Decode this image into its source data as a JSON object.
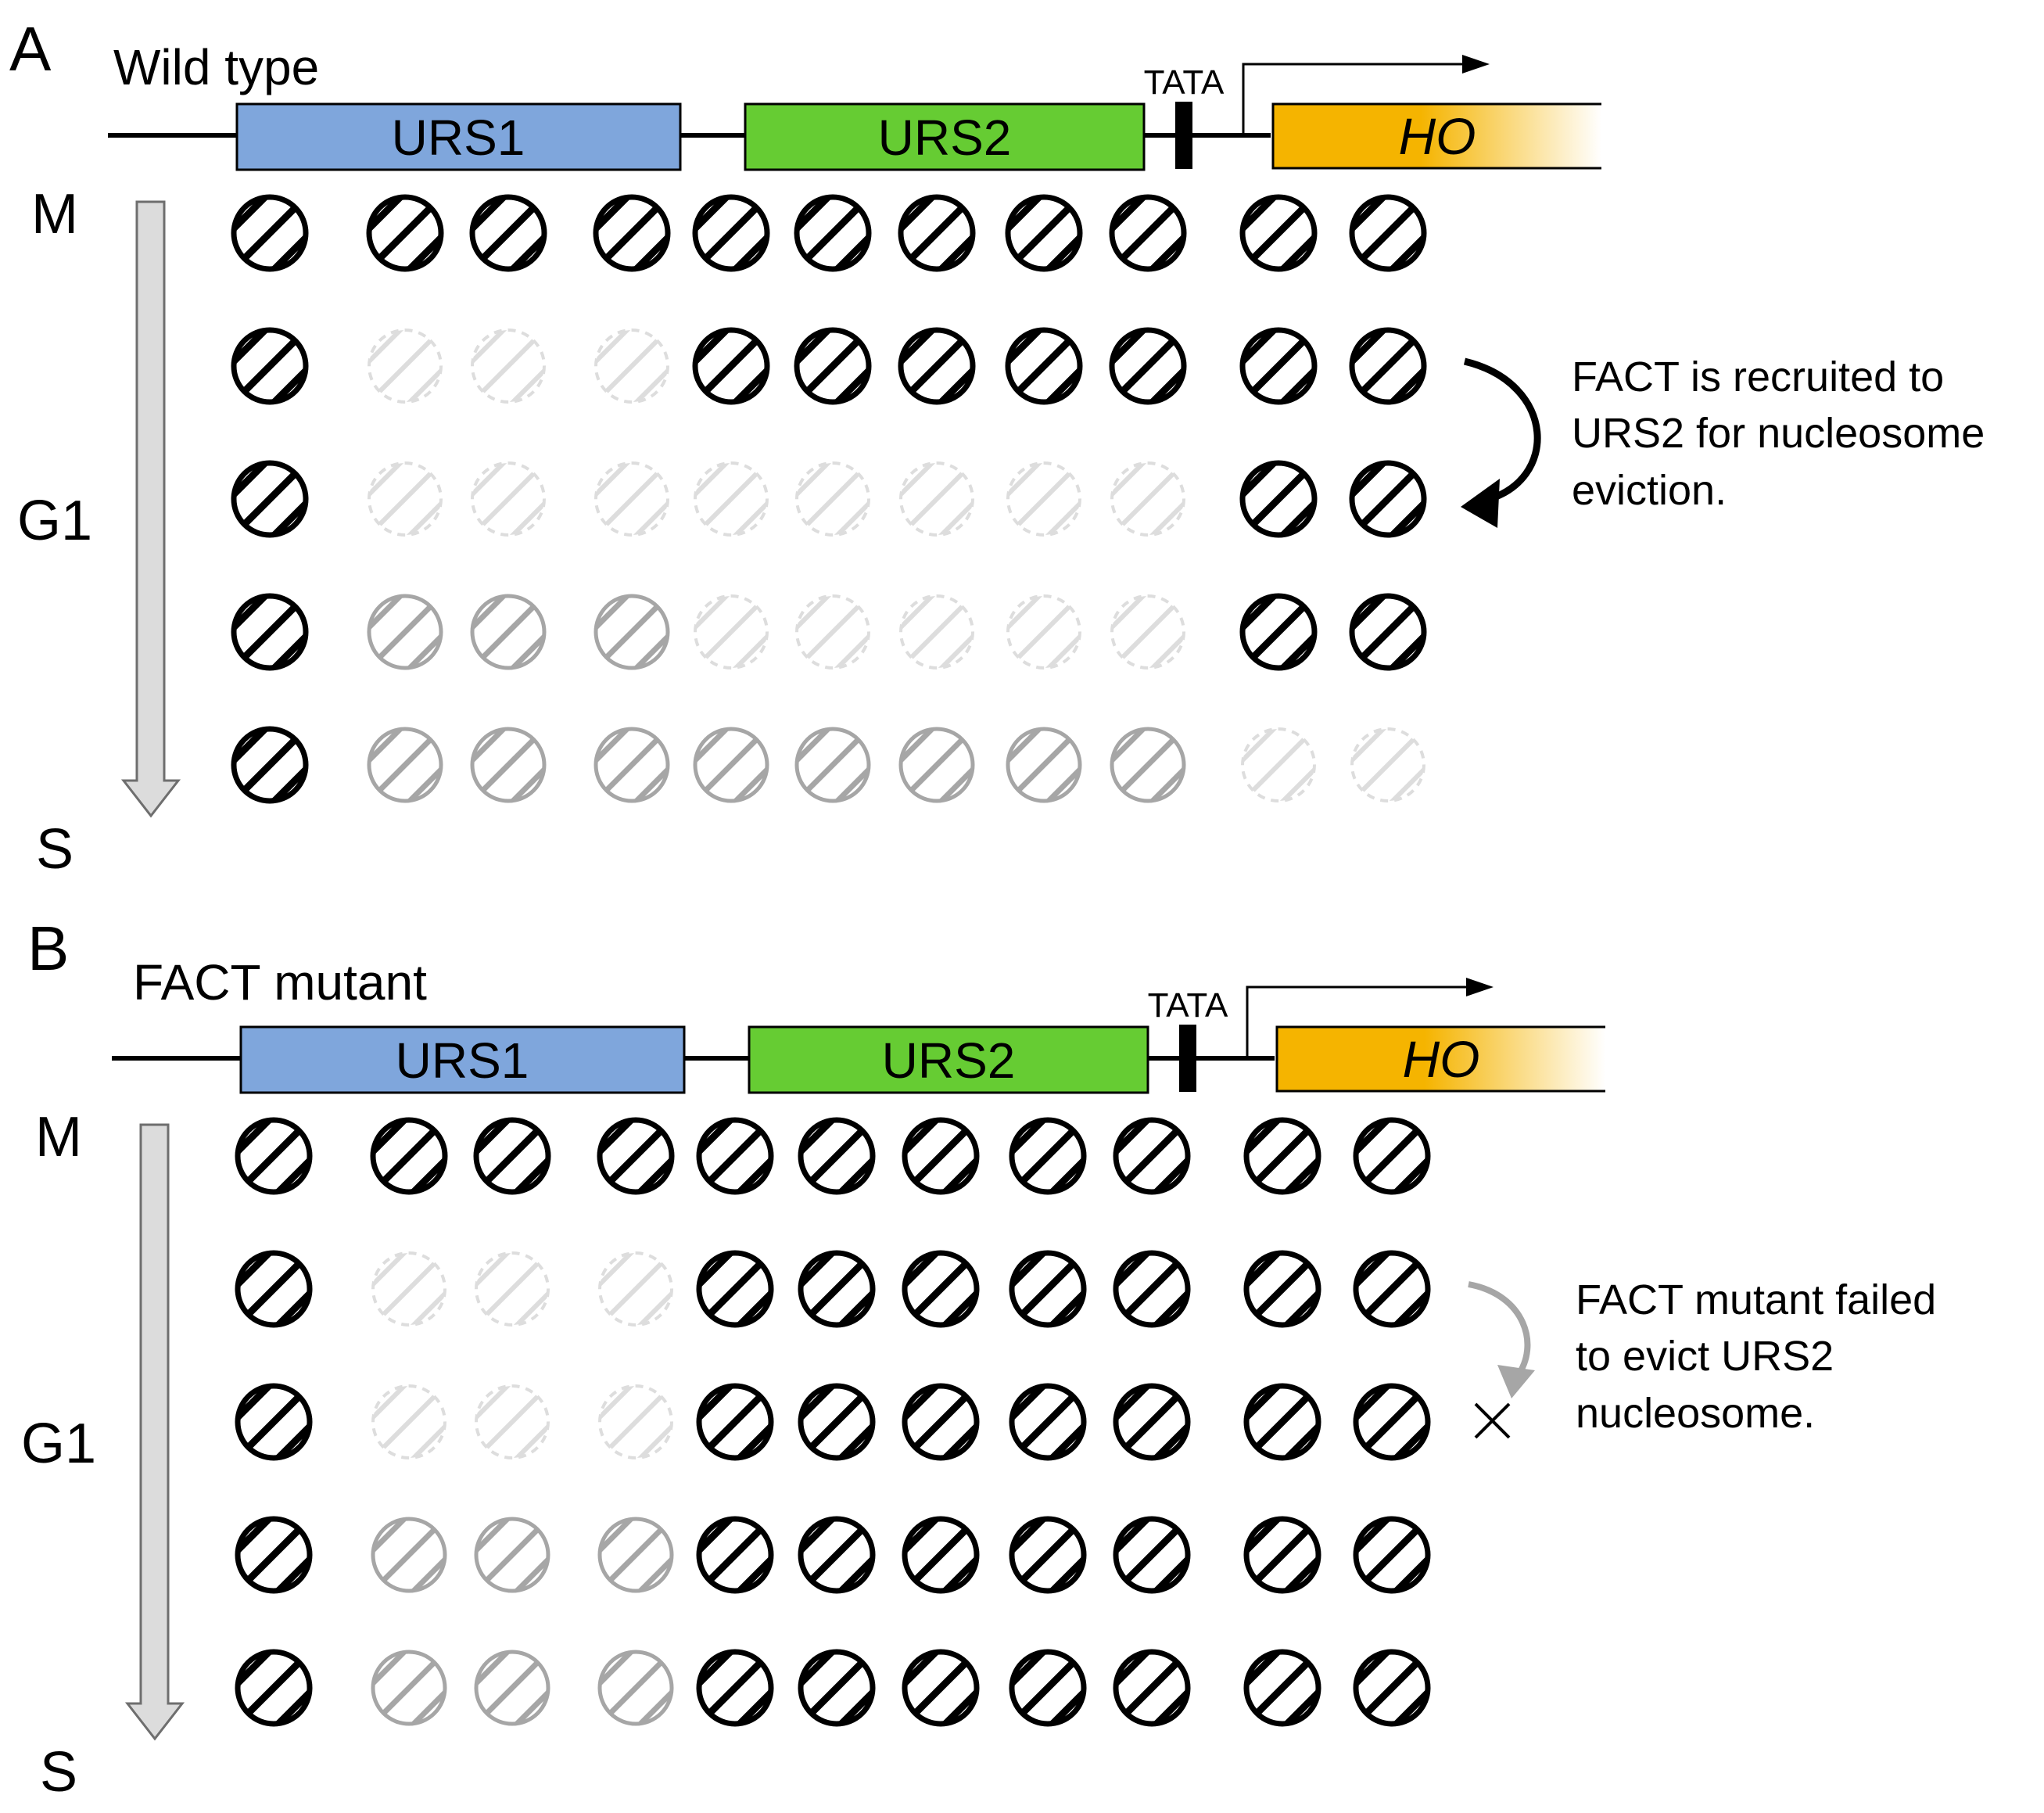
{
  "panels": [
    {
      "id": "A",
      "letter": "A",
      "title": "Wild type",
      "urs1": "URS1",
      "urs2": "URS2",
      "tata": "TATA",
      "gene": "HO",
      "phase_top": "M",
      "phase_mid": "G1",
      "phase_bottom": "S",
      "annotation": [
        "FACT is recruited to",
        "URS2 for nucleosome",
        "eviction."
      ],
      "annotation_failed": false,
      "nucleosome_rows": [
        [
          "present",
          "present",
          "present",
          "present",
          "present",
          "present",
          "present",
          "present",
          "present",
          "present",
          "present"
        ],
        [
          "present",
          "evicted",
          "evicted",
          "evicted",
          "present",
          "present",
          "present",
          "present",
          "present",
          "present",
          "present"
        ],
        [
          "present",
          "evicted",
          "evicted",
          "evicted",
          "evicted",
          "evicted",
          "evicted",
          "evicted",
          "evicted",
          "present",
          "present"
        ],
        [
          "present",
          "reassembled",
          "reassembled",
          "reassembled",
          "evicted",
          "evicted",
          "evicted",
          "evicted",
          "evicted",
          "present",
          "present"
        ],
        [
          "present",
          "reassembled",
          "reassembled",
          "reassembled",
          "reassembled",
          "reassembled",
          "reassembled",
          "reassembled",
          "reassembled",
          "evicted",
          "evicted"
        ]
      ]
    },
    {
      "id": "B",
      "letter": "B",
      "title": "FACT mutant",
      "urs1": "URS1",
      "urs2": "URS2",
      "tata": "TATA",
      "gene": "HO",
      "phase_top": "M",
      "phase_mid": "G1",
      "phase_bottom": "S",
      "annotation": [
        "FACT mutant failed",
        "to evict URS2",
        "nucleosome."
      ],
      "annotation_failed": true,
      "nucleosome_rows": [
        [
          "present",
          "present",
          "present",
          "present",
          "present",
          "present",
          "present",
          "present",
          "present",
          "present",
          "present"
        ],
        [
          "present",
          "evicted",
          "evicted",
          "evicted",
          "present",
          "present",
          "present",
          "present",
          "present",
          "present",
          "present"
        ],
        [
          "present",
          "evicted",
          "evicted",
          "evicted",
          "present",
          "present",
          "present",
          "present",
          "present",
          "present",
          "present"
        ],
        [
          "present",
          "reassembled",
          "reassembled",
          "reassembled",
          "present",
          "present",
          "present",
          "present",
          "present",
          "present",
          "present"
        ],
        [
          "present",
          "reassembled",
          "reassembled",
          "reassembled",
          "present",
          "present",
          "present",
          "present",
          "present",
          "present",
          "present"
        ]
      ]
    }
  ],
  "colors": {
    "urs1": "#7fa6dc",
    "urs2": "#66cc33",
    "ho": "#f5b400",
    "present": "#000000",
    "reassembled": "#a6a6a6",
    "evicted": "#dddddd",
    "arrow_success": "#000000",
    "arrow_failed": "#a6a6a6",
    "time_arrow_fill": "#dcdcdc",
    "time_arrow_stroke": "#6e6e6e"
  },
  "icons": {
    "nucleosome": "hatched-circle",
    "time_axis": "down-arrow",
    "transcription_start": "bent-arrow",
    "failure_mark": "x-mark"
  }
}
